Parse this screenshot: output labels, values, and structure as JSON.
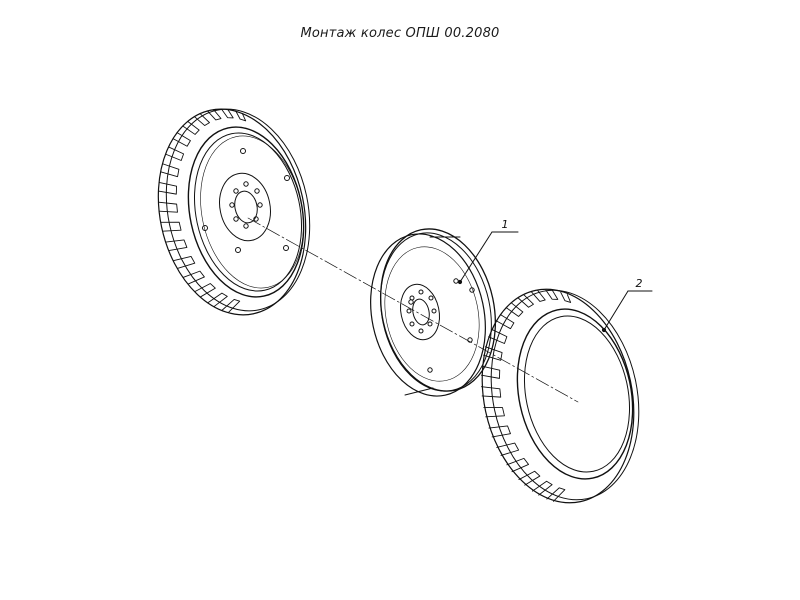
{
  "title": "Монтаж колес ОПШ 00.2080",
  "callouts": [
    {
      "label": "1"
    },
    {
      "label": "2"
    }
  ],
  "colors": {
    "line": "#111111",
    "background": "#ffffff"
  }
}
